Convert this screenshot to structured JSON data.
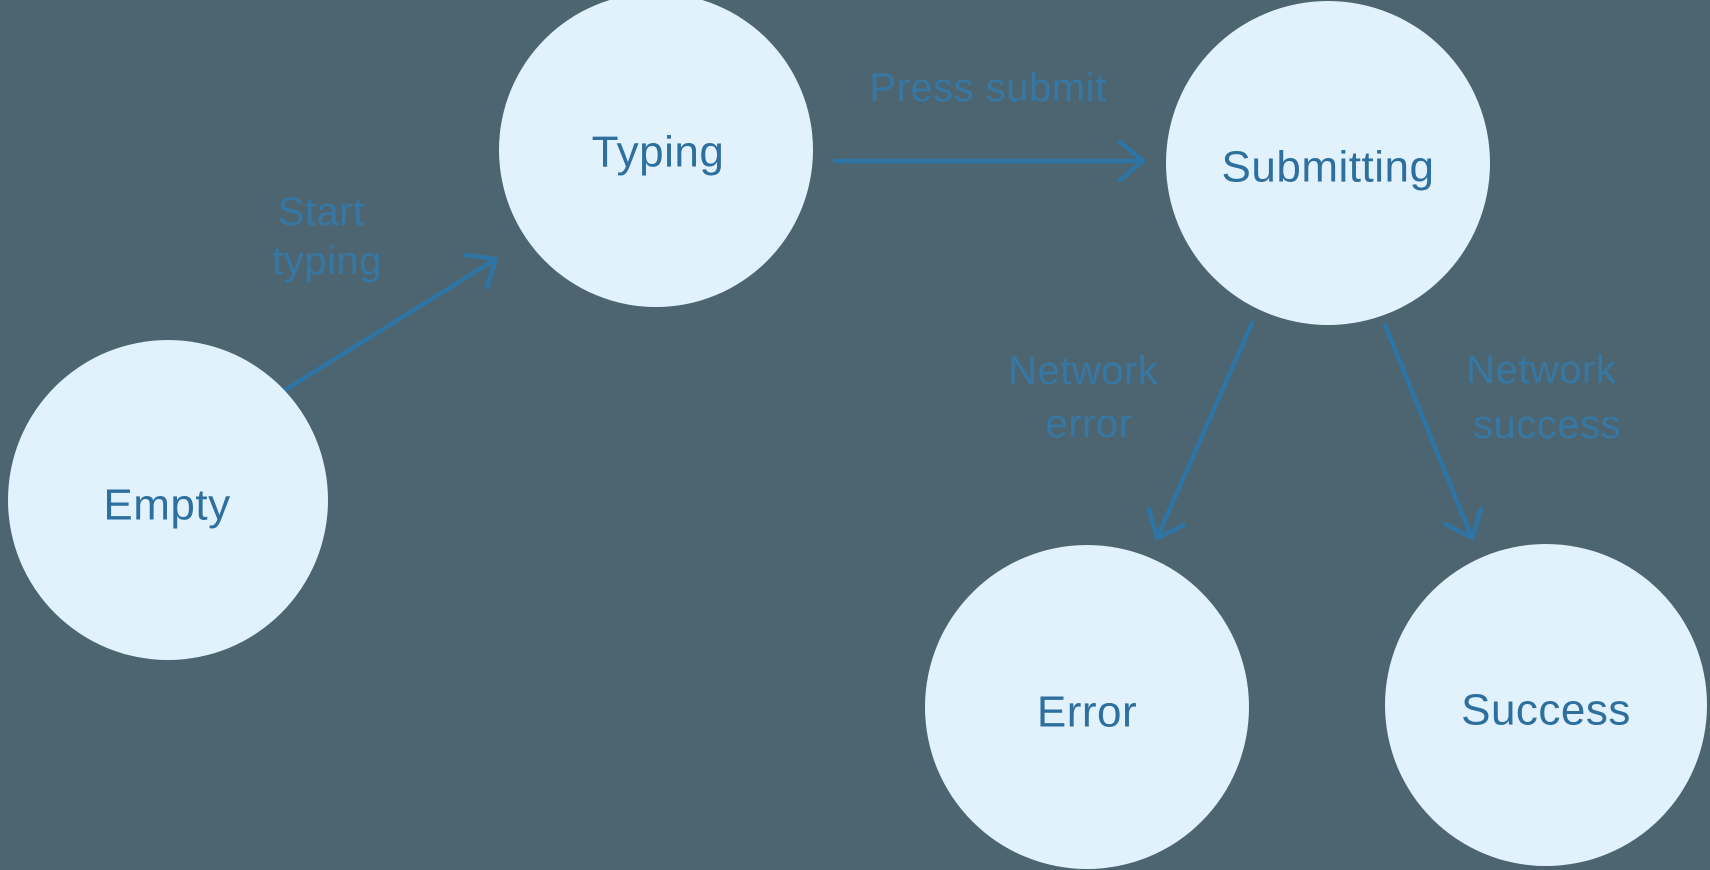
{
  "colors": {
    "background": "#4C6570",
    "node_fill": "#E2F2FC",
    "node_text": "#2D6F9E",
    "arrow": "#2E75A6",
    "edge_label": "#3579A9"
  },
  "diagram": {
    "type": "state-machine",
    "states": [
      {
        "id": "empty",
        "label": "Empty"
      },
      {
        "id": "typing",
        "label": "Typing"
      },
      {
        "id": "submitting",
        "label": "Submitting"
      },
      {
        "id": "error",
        "label": "Error"
      },
      {
        "id": "success",
        "label": "Success"
      }
    ],
    "transitions": [
      {
        "from": "empty",
        "to": "typing",
        "label": "Start typing",
        "label_lines": [
          "Start",
          "typing"
        ]
      },
      {
        "from": "typing",
        "to": "submitting",
        "label": "Press submit",
        "label_lines": [
          "Press submit"
        ]
      },
      {
        "from": "submitting",
        "to": "error",
        "label": "Network error",
        "label_lines": [
          "Network",
          "error"
        ]
      },
      {
        "from": "submitting",
        "to": "success",
        "label": "Network success",
        "label_lines": [
          "Network",
          "success"
        ]
      }
    ]
  }
}
